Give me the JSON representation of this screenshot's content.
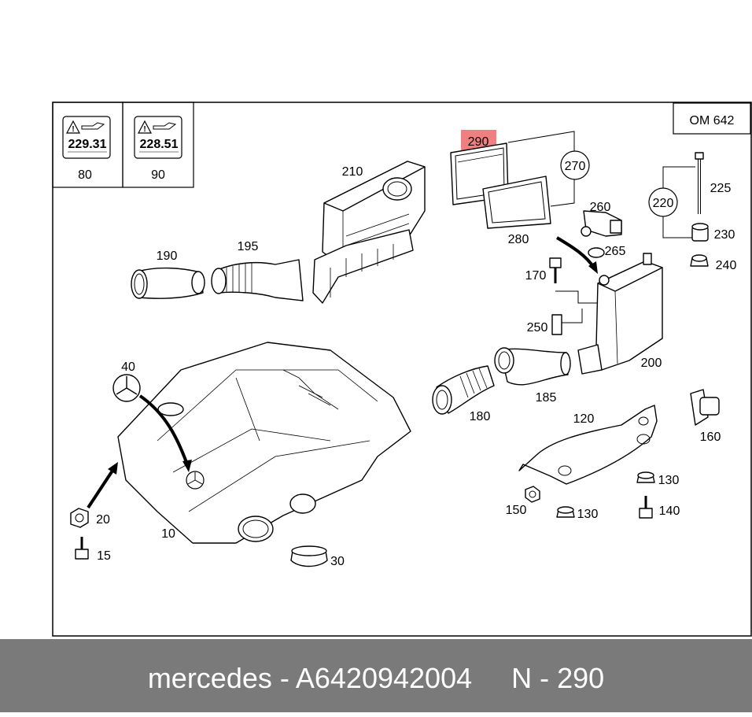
{
  "diagram": {
    "engine_label": "OM 642",
    "highlight_color": "#f08080",
    "callouts": {
      "c10": "10",
      "c15": "15",
      "c20": "20",
      "c30": "30",
      "c40": "40",
      "c80": "80",
      "c90": "90",
      "c120": "120",
      "c130a": "130",
      "c130b": "130",
      "c140": "140",
      "c150": "150",
      "c160": "160",
      "c170": "170",
      "c180": "180",
      "c185": "185",
      "c190": "190",
      "c195": "195",
      "c200": "200",
      "c210": "210",
      "c220": "220",
      "c225": "225",
      "c230": "230",
      "c240": "240",
      "c250": "250",
      "c260": "260",
      "c265": "265",
      "c270": "270",
      "c280": "280",
      "c290": "290"
    },
    "oil_labels": {
      "label_80": "229.31",
      "label_90": "228.51"
    }
  },
  "footer": {
    "text": "mercedes - A6420942004     N - 290"
  }
}
